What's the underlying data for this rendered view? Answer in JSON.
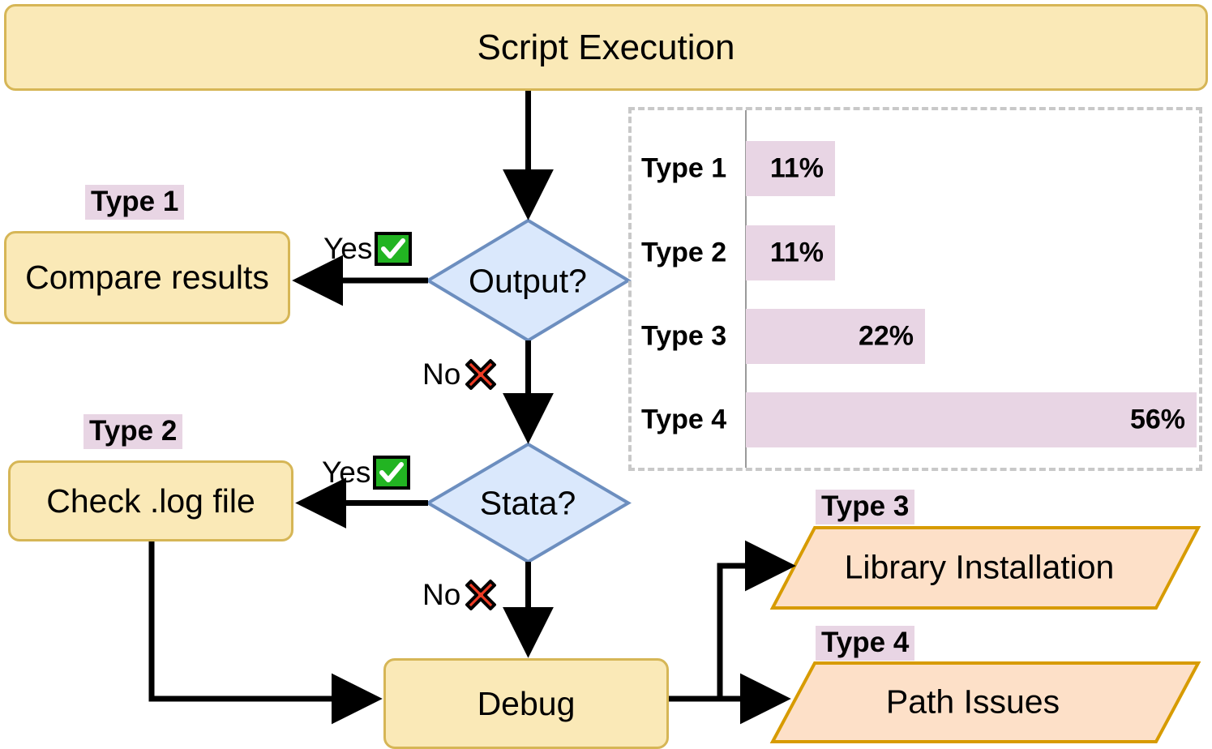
{
  "diagram": {
    "title_node": {
      "label": "Script Execution"
    },
    "nodes": [
      {
        "id": "script",
        "label": "Script Execution"
      },
      {
        "id": "output",
        "label": "Output?"
      },
      {
        "id": "compare",
        "label": "Compare results"
      },
      {
        "id": "stata",
        "label": "Stata?"
      },
      {
        "id": "checklog",
        "label": "Check .log file"
      },
      {
        "id": "debug",
        "label": "Debug"
      },
      {
        "id": "library",
        "label": "Library Installation"
      },
      {
        "id": "path",
        "label": "Path Issues"
      }
    ],
    "edge_labels": {
      "output_yes": "Yes",
      "output_no": "No",
      "stata_yes": "Yes",
      "stata_no": "No"
    },
    "tags": {
      "type1": "Type 1",
      "type2": "Type 2",
      "type3": "Type 3",
      "type4": "Type 4"
    },
    "icons": {
      "yes": "green-check-icon",
      "no": "red-x-icon"
    },
    "colors": {
      "process_fill": "#FAE9B7",
      "process_border": "#D6B656",
      "decision_fill": "#DAE8FC",
      "decision_border": "#6C8EBF",
      "data_fill": "#FDE0C8",
      "data_border": "#D79B00",
      "tag_highlight": "#E8D5E4",
      "bar_fill": "#E8D5E4",
      "check_green": "#22B422",
      "x_red": "#EE3B24",
      "dashed_border": "#C8C8C8"
    }
  },
  "chart_data": {
    "type": "bar",
    "orientation": "horizontal",
    "title": "",
    "xlabel": "",
    "ylabel": "",
    "categories": [
      "Type 1",
      "Type 2",
      "Type 3",
      "Type 4"
    ],
    "values": [
      11,
      11,
      22,
      56
    ],
    "labels": [
      "11%",
      "11%",
      "22%",
      "56%"
    ],
    "xlim": [
      0,
      56
    ],
    "grid": false,
    "legend": false
  }
}
